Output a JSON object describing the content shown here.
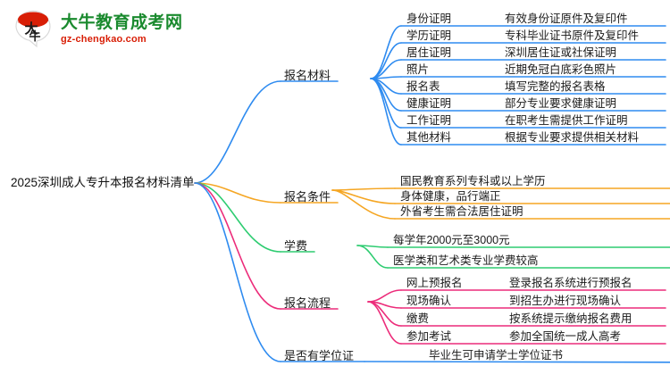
{
  "logo": {
    "brand_name": "大牛教育成考网",
    "domain": "gz-chengkao.com",
    "mark_text": "大牛",
    "brand_color": "#1a8a2e",
    "domain_color": "#d81e06",
    "mark_color": "#d81e06"
  },
  "mindmap": {
    "root": {
      "label": "2025深圳成人专升本报名材料清单"
    },
    "branches": [
      {
        "label": "报名材料",
        "color": "#2e8bf0",
        "children": [
          {
            "label": "身份证明",
            "detail": "有效身份证原件及复印件"
          },
          {
            "label": "学历证明",
            "detail": "专科毕业证书原件及复印件"
          },
          {
            "label": "居住证明",
            "detail": "深圳居住证或社保证明"
          },
          {
            "label": "照片",
            "detail": "近期免冠白底彩色照片"
          },
          {
            "label": "报名表",
            "detail": "填写完整的报名表格"
          },
          {
            "label": "健康证明",
            "detail": "部分专业要求健康证明"
          },
          {
            "label": "工作证明",
            "detail": "在职考生需提供工作证明"
          },
          {
            "label": "其他材料",
            "detail": "根据专业要求提供相关材料"
          }
        ]
      },
      {
        "label": "报名条件",
        "color": "#f5a623",
        "children": [
          {
            "label": "国民教育系列专科或以上学历",
            "detail": ""
          },
          {
            "label": "身体健康，品行端正",
            "detail": ""
          },
          {
            "label": "外省考生需合法居住证明",
            "detail": ""
          }
        ]
      },
      {
        "label": "学费",
        "color": "#2ecc71",
        "children": [
          {
            "label": "每学年2000元至3000元",
            "detail": ""
          },
          {
            "label": "医学类和艺术类专业学费较高",
            "detail": ""
          }
        ]
      },
      {
        "label": "报名流程",
        "color": "#ec2c7a",
        "children": [
          {
            "label": "网上预报名",
            "detail": "登录报名系统进行预报名"
          },
          {
            "label": "现场确认",
            "detail": "到招生办进行现场确认"
          },
          {
            "label": "缴费",
            "detail": "按系统提示缴纳报名费用"
          },
          {
            "label": "参加考试",
            "detail": "参加全国统一成人高考"
          }
        ]
      },
      {
        "label": "是否有学位证",
        "color": "#2e8bf0",
        "children": [
          {
            "label": "毕业生可申请学士学位证书",
            "detail": ""
          }
        ]
      }
    ]
  }
}
